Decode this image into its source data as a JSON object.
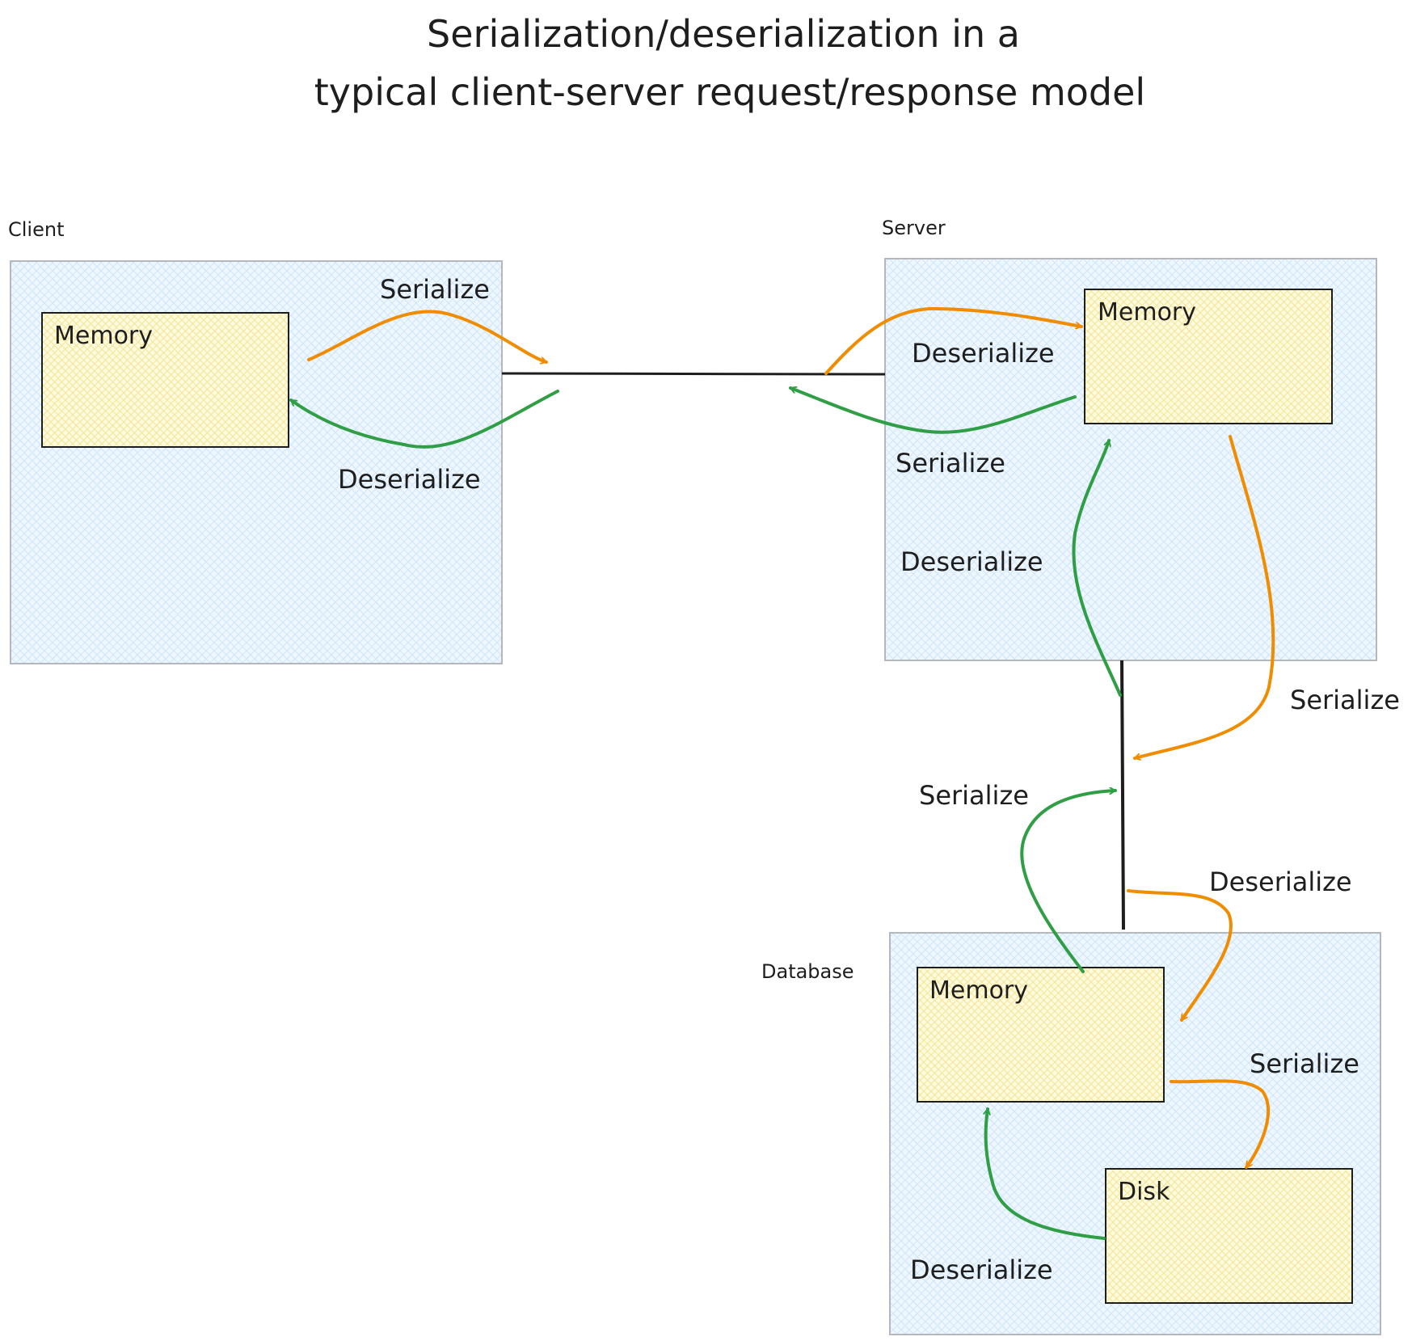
{
  "title": {
    "line1": "Serialization/deserialization in a",
    "line2": "typical client-server request/response model"
  },
  "colors": {
    "serialize_arrow": "#f08c00",
    "deserialize_arrow": "#2f9e44",
    "container_fill": "#e7f5ff",
    "store_fill": "#fff3bf",
    "line": "#1e1e1e"
  },
  "groups": {
    "client": {
      "label": "Client",
      "memory_label": "Memory"
    },
    "server": {
      "label": "Server",
      "memory_label": "Memory"
    },
    "database": {
      "label": "Database",
      "memory_label": "Memory",
      "disk_label": "Disk"
    }
  },
  "edge_labels": {
    "client_serialize": "Serialize",
    "client_deserialize": "Deserialize",
    "server_request_deserialize": "Deserialize",
    "server_response_serialize": "Serialize",
    "server_db_deserialize": "Deserialize",
    "server_db_serialize": "Serialize",
    "db_response_serialize": "Serialize",
    "db_request_deserialize": "Deserialize",
    "db_memory_to_disk_serialize": "Serialize",
    "db_disk_to_memory_deserialize": "Deserialize"
  }
}
